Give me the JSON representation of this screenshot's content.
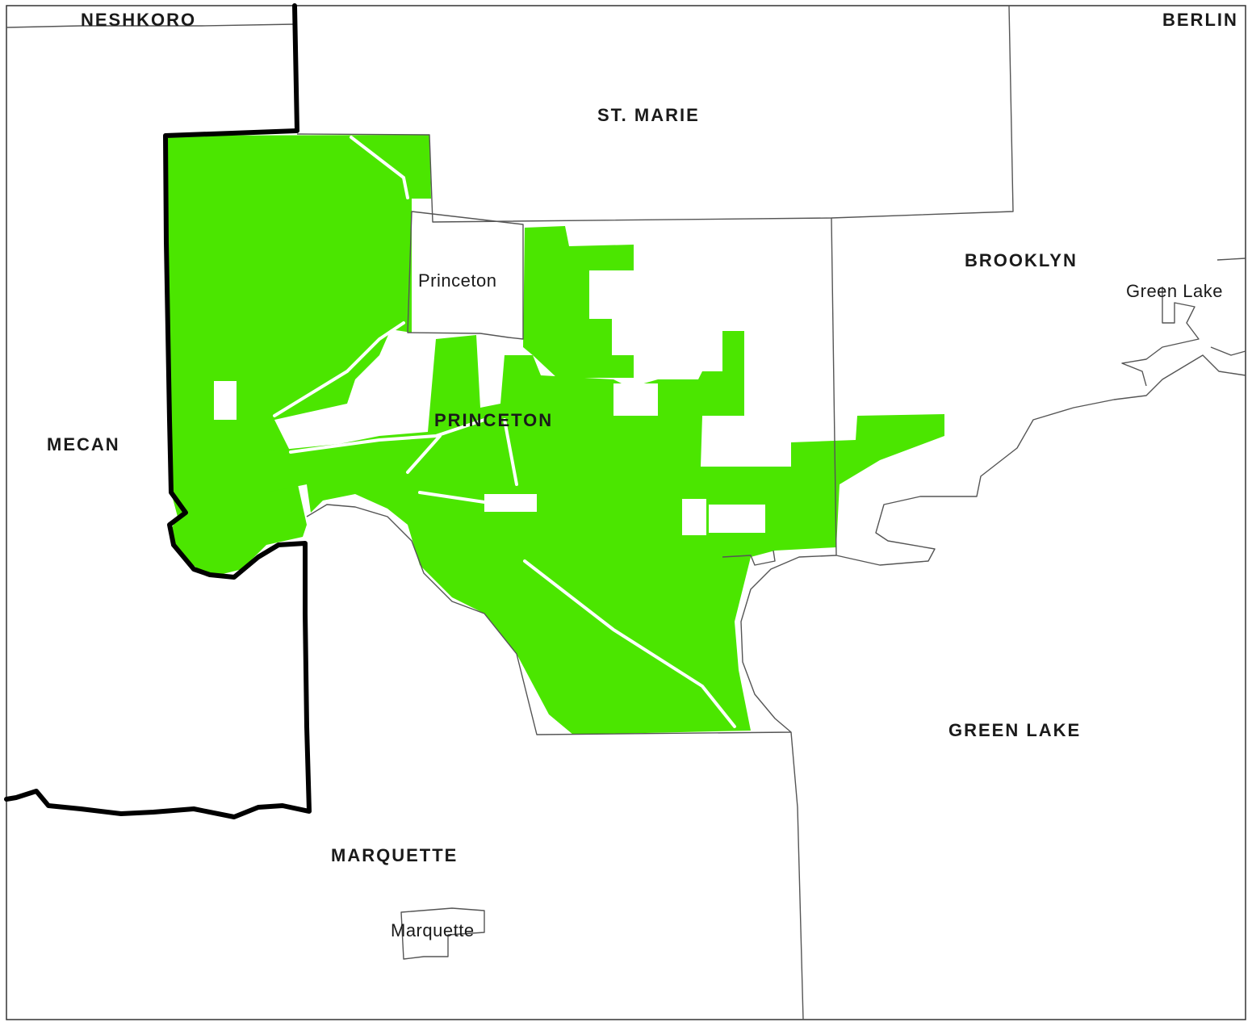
{
  "map": {
    "highlight_color": "#4be600",
    "town_labels": {
      "neshkoro": "NESHKORO",
      "berlin": "BERLIN",
      "st_marie": "ST. MARIE",
      "brooklyn": "BROOKLYN",
      "mecan": "MECAN",
      "princeton_town": "PRINCETON",
      "green_lake_town": "GREEN LAKE",
      "marquette_town": "MARQUETTE"
    },
    "city_labels": {
      "princeton_city": "Princeton",
      "green_lake_city": "Green Lake",
      "marquette_city": "Marquette"
    }
  }
}
